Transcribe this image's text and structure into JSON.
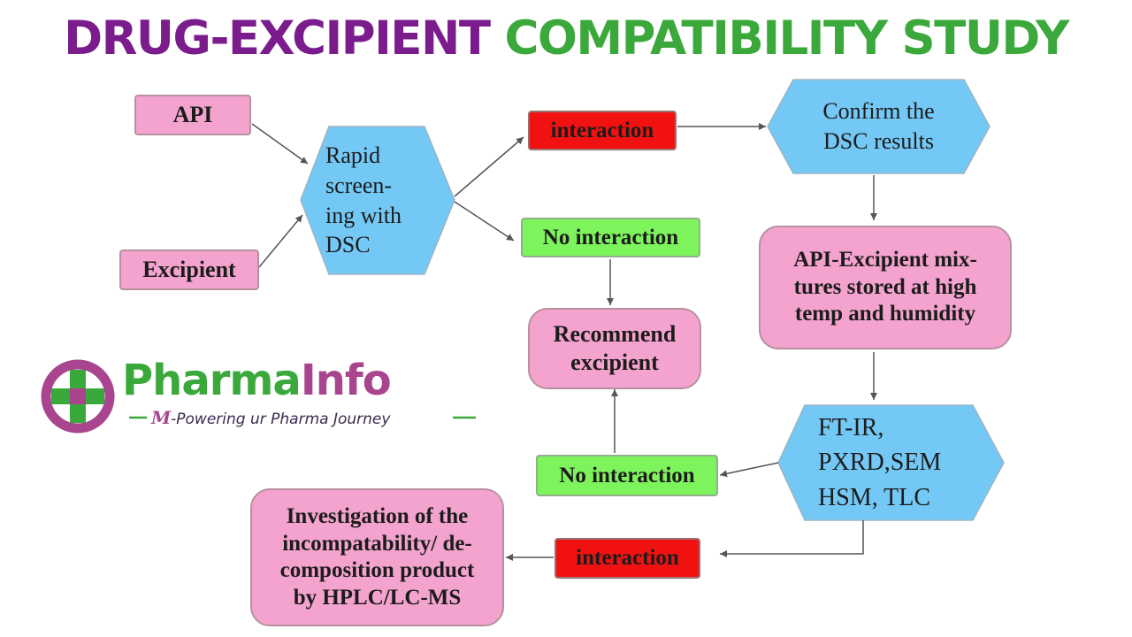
{
  "title": {
    "part1": "DRUG-EXCIPIENT",
    "part2": "COMPATIBILITY STUDY"
  },
  "nodes": {
    "api": "API",
    "excipient": "Excipient",
    "rapid_screening": [
      "Rapid",
      "screen-",
      "ing with",
      "DSC"
    ],
    "interaction_top": "interaction",
    "no_interaction_top": "No interaction",
    "confirm_dsc": [
      "Confirm the",
      "DSC results"
    ],
    "mixtures_stored": [
      "API-Excipient mix-",
      "tures stored at high",
      "temp and humidity"
    ],
    "recommend_excipient": [
      "Recommend",
      "excipient"
    ],
    "techniques": [
      "FT-IR,",
      "PXRD,SEM",
      "HSM, TLC"
    ],
    "no_interaction_bottom": "No interaction",
    "interaction_bottom": "interaction",
    "investigation": [
      "Investigation of the",
      "incompatability/ de-",
      "composition product",
      "by HPLC/LC-MS"
    ]
  },
  "logo": {
    "pharma": "Pharma",
    "info": "Info",
    "tagline_initial": "M",
    "tagline_rest": "-Powering ur Pharma Journey"
  },
  "colors": {
    "title_purple": "#7a1c8c",
    "title_green": "#3aa83a",
    "pink": "#f4a3cf",
    "red": "#f21111",
    "green": "#7ef45c",
    "blue": "#74c8f5"
  }
}
